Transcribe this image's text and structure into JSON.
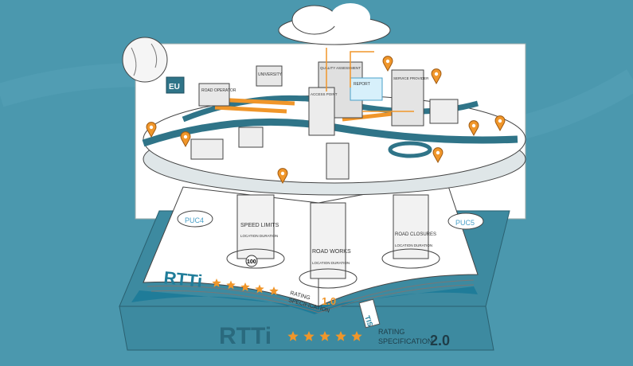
{
  "colors": {
    "background": "#4b98ae",
    "teal": "#2f7488",
    "orange": "#f0962a",
    "paper": "#ffffff",
    "ink": "#3a3a3a"
  },
  "city": {
    "eu_flag": "EU",
    "road_operator": "ROAD OPERATOR",
    "university": "UNIVERSITY",
    "quality_assessment": "QUALITY ASSESSMENT",
    "report": "REPORT",
    "access_point": "ACCESS POINT",
    "service_provider": "SERVICE PROVIDER"
  },
  "pillars": [
    {
      "title": "SPEED LIMITS",
      "sub": "LOCATION DURATION"
    },
    {
      "title": "ROAD WORKS",
      "sub": "LOCATION DURATION"
    },
    {
      "title": "ROAD CLOSURES",
      "sub": "LOCATION DURATION"
    }
  ],
  "speed_sign": "100",
  "puc_labels": [
    "PUC4",
    "PUC5"
  ],
  "book_top": {
    "title": "RTTi",
    "subtitle_1": "RATING",
    "subtitle_2": "SPECIFICATION",
    "version": "1.0",
    "stars": 5
  },
  "book_bottom": {
    "title": "RTTi",
    "subtitle_1": "RATING",
    "subtitle_2": "SPECIFICATION",
    "version": "2.0",
    "stars": 5
  },
  "bookmark": "TIS"
}
